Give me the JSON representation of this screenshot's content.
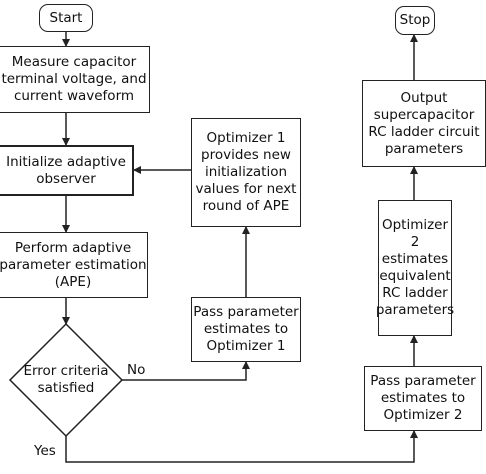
{
  "nodes": {
    "start": "Start",
    "measure": "Measure capacitor\nterminal voltage, and\ncurrent waveform",
    "init_observer": "Initialize adaptive\nobserver",
    "ape": "Perform adaptive\nparameter estimation\n(APE)",
    "decision": "Error criteria\nsatisfied",
    "pass_opt1": "Pass parameter\nestimates to\nOptimizer 1",
    "opt1": "Optimizer 1\nprovides new\ninitialization\nvalues for next\nround of APE",
    "pass_opt2": "Pass parameter\nestimates to\nOptimizer 2",
    "opt2": "Optimizer 2\nestimates\nequivalent\nRC ladder\nparameters",
    "output": "Output\nsupercapacitor\nRC ladder circuit\nparameters",
    "stop": "Stop"
  },
  "edges": {
    "no_label": "No",
    "yes_label": "Yes"
  }
}
